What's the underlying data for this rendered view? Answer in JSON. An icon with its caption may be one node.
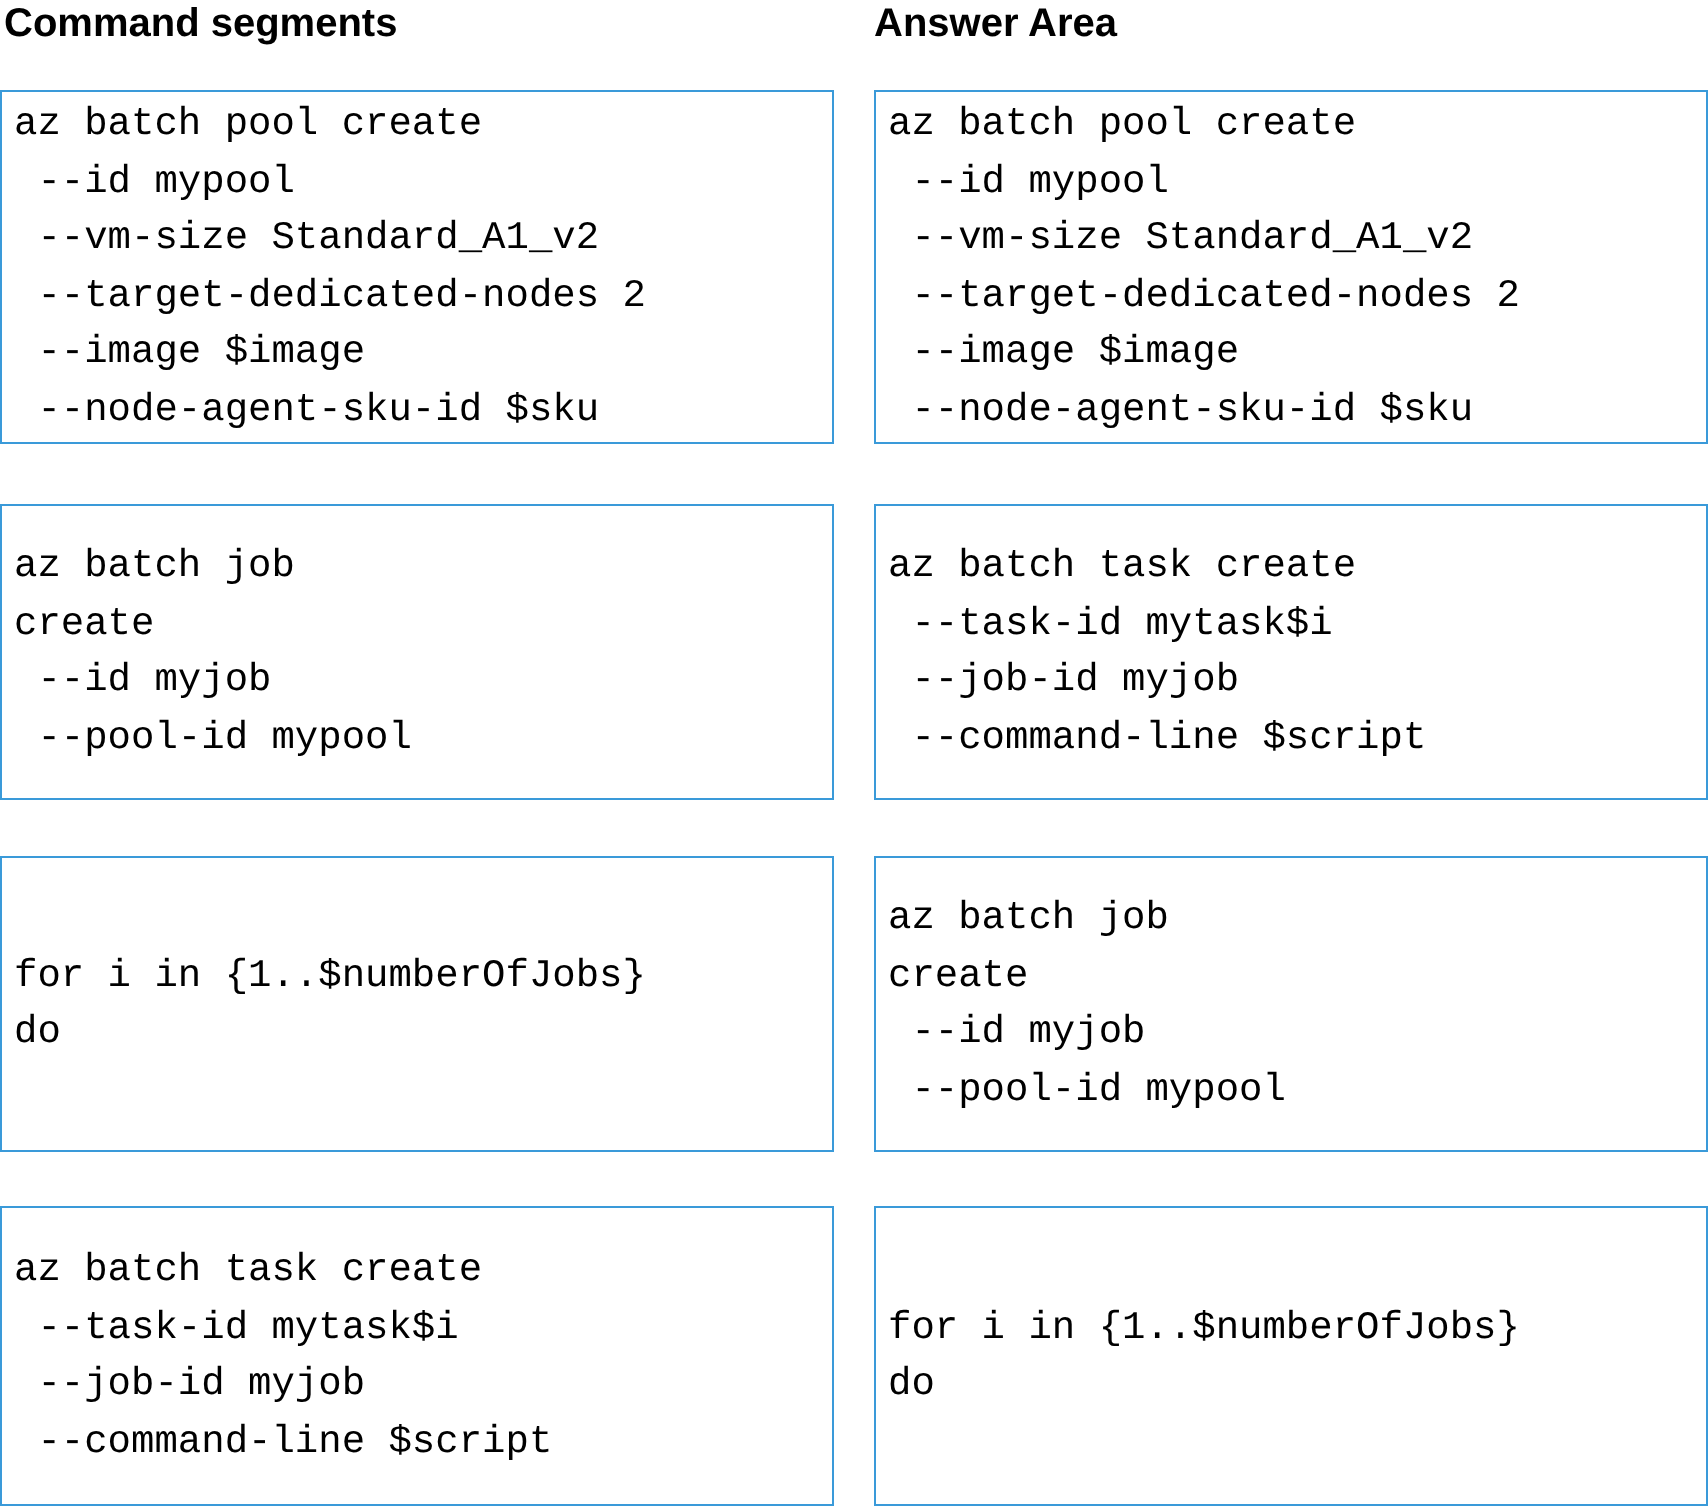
{
  "diagram": {
    "nodes": [
      {
        "text": [
          "az batch pool create",
          " --id mypool",
          " --vm-size Standard_A1_v2",
          " --target-dedicated-nodes 2",
          " --image $image",
          " --node-agent-sku-id $sku"
        ]
      },
      {
        "text": [
          "az batch pool create",
          " --id mypool",
          " --vm-size Standard_A1_v2",
          " --target-dedicated-nodes 2",
          " --image $image",
          " --node-agent-sku-id $sku"
        ]
      },
      {
        "text": [
          "az batch job",
          "create",
          " --id myjob",
          " --pool-id mypool"
        ]
      },
      {
        "text": [
          "az batch task create",
          " --task-id mytask$i",
          " --job-id myjob",
          " --command-line $script"
        ]
      },
      {
        "text": [
          "for i in {1..$numberOfJobs}",
          "do"
        ]
      },
      {
        "text": [
          "az batch job",
          "create",
          " --id myjob",
          " --pool-id mypool"
        ]
      },
      {
        "text": [
          "az batch task create",
          " --task-id mytask$i",
          " --job-id myjob",
          " --command-line $script"
        ]
      },
      {
        "text": [
          "for i in {1..$numberOfJobs}",
          "do"
        ]
      }
    ],
    "labels": [
      "Command segments",
      "Answer Area"
    ]
  }
}
